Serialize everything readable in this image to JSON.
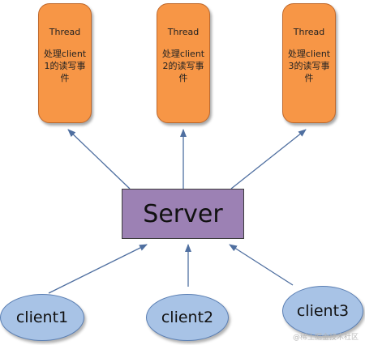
{
  "threads": [
    {
      "title": "Thread",
      "body": "处理client1的读写事件"
    },
    {
      "title": "Thread",
      "body": "处理client2的读写事件"
    },
    {
      "title": "Thread",
      "body": "处理client3的读写事件"
    }
  ],
  "server": {
    "label": "Server"
  },
  "clients": [
    {
      "label": "client1"
    },
    {
      "label": "client2"
    },
    {
      "label": "client3"
    }
  ],
  "watermark": "@稀土掘金技术社区",
  "colors": {
    "thread_fill": "#f79646",
    "server_fill": "#9c81b4",
    "client_fill": "#a8c3e6",
    "arrow": "#4f6fa0"
  }
}
